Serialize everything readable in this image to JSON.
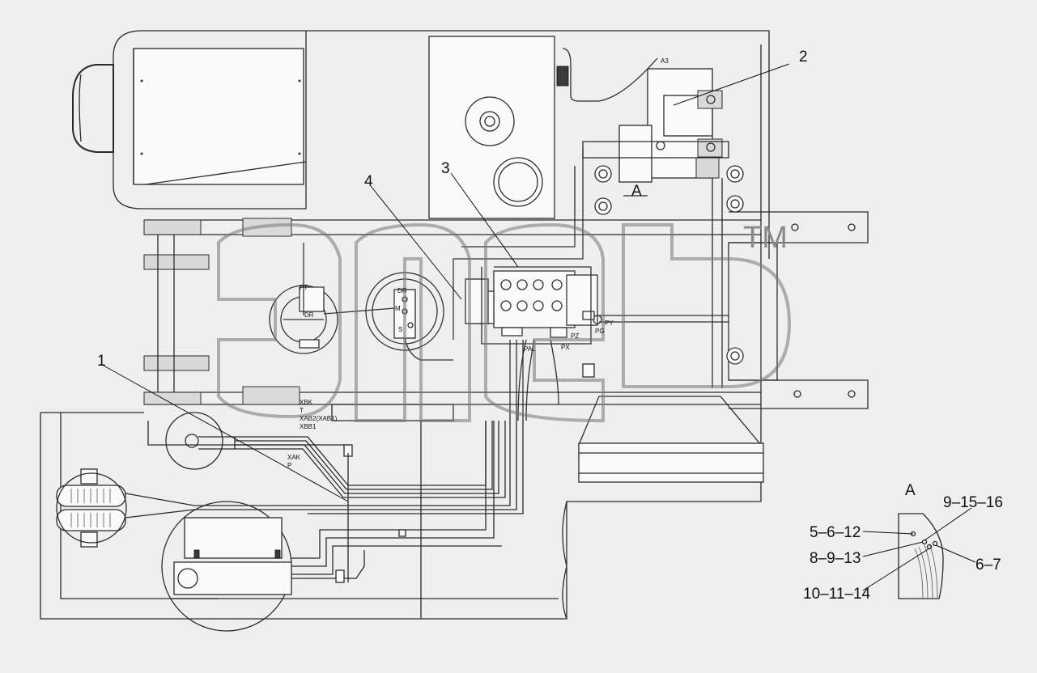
{
  "watermark": {
    "text": "ЭПЕБ",
    "tm": "TM"
  },
  "callouts": {
    "c1": "1",
    "c2": "2",
    "c3": "3",
    "c4": "4",
    "view_a": "A",
    "view_a_title": "A"
  },
  "port_labels": {
    "a3": "A3",
    "dr_top": "DR",
    "dr_mid": "DR",
    "pt": "PT",
    "m": "M",
    "s": "S",
    "py": "PY",
    "pg": "PG",
    "pz": "PZ",
    "px": "PX",
    "pal": "PAL",
    "xbk": "XBK",
    "t": "T",
    "xab2": "XAB2(XAB1)",
    "xbb1": "XBB1",
    "xak": "XAK",
    "p": "P"
  },
  "detail_a": {
    "l1": "5–6–12",
    "l2": "8–9–13",
    "l3": "10–11–14",
    "l4": "9–15–16",
    "l5": "6–7"
  }
}
